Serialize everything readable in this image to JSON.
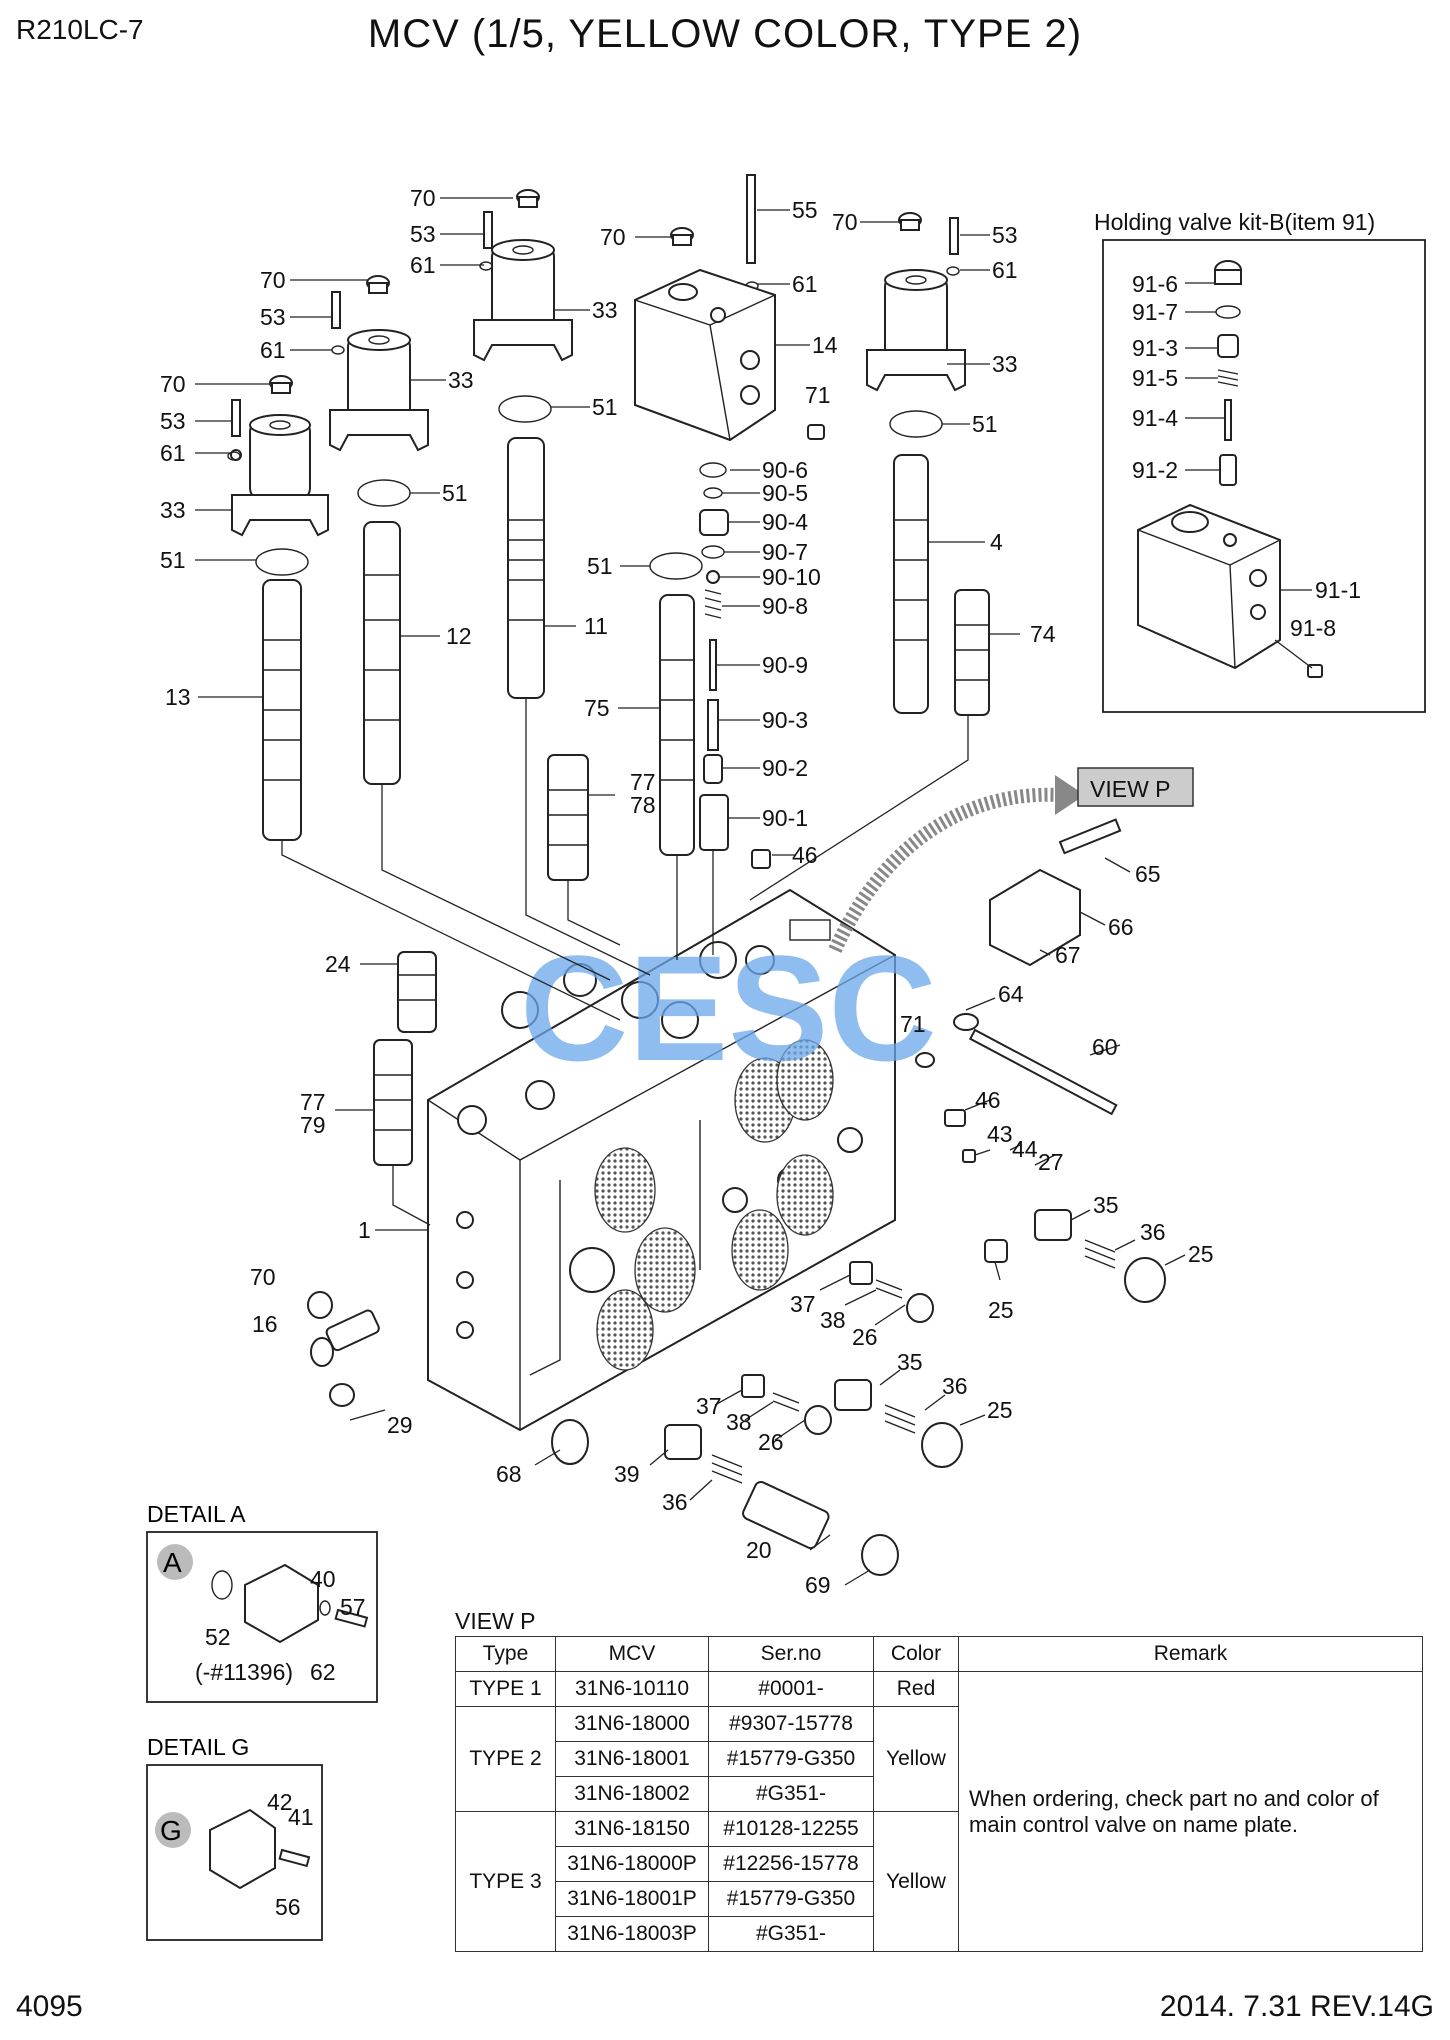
{
  "header": {
    "model": "R210LC-7",
    "title": "MCV (1/5, YELLOW COLOR, TYPE 2)"
  },
  "footer": {
    "page": "4095",
    "revision": "2014. 7.31  REV.14G"
  },
  "kit_box": {
    "title": "Holding valve kit-B(item 91)",
    "labels": [
      "91-6",
      "91-7",
      "91-3",
      "91-5",
      "91-4",
      "91-2",
      "91-1",
      "91-8"
    ]
  },
  "view_p_callout": "VIEW  P",
  "watermark": "CESC",
  "part_labels": {
    "l70a": "70",
    "l53a": "53",
    "l61a": "61",
    "l33a": "33",
    "l70b": "70",
    "l53b": "53",
    "l61b": "61",
    "l33b": "33",
    "l70c": "70",
    "l53c": "53",
    "l61c": "61",
    "l33c": "33",
    "l70d": "70",
    "l55": "55",
    "l61d": "61",
    "l14": "14",
    "l71a": "71",
    "l70e": "70",
    "l53e": "53",
    "l61e": "61",
    "l33e": "33",
    "l51a": "51",
    "l51b": "51",
    "l51c": "51",
    "l51d": "51",
    "l51e": "51",
    "l13": "13",
    "l12": "12",
    "l11": "11",
    "l4": "4",
    "l74": "74",
    "l75": "75",
    "l906": "90-6",
    "l905": "90-5",
    "l904": "90-4",
    "l907": "90-7",
    "l9010": "90-10",
    "l908": "90-8",
    "l909": "90-9",
    "l903": "90-3",
    "l902": "90-2",
    "l901": "90-1",
    "l77a": "77",
    "l78": "78",
    "l46a": "46",
    "l65": "65",
    "l66": "66",
    "l67": "67",
    "l24": "24",
    "l64": "64",
    "l71b": "71",
    "l60": "60",
    "l77b": "77",
    "l79": "79",
    "l46b": "46",
    "l43": "43",
    "l44": "44",
    "l27": "27",
    "l35a": "35",
    "l36a": "36",
    "l25a": "25",
    "l1": "1",
    "l25b": "25",
    "l70f": "70",
    "l16": "16",
    "l37a": "37",
    "l38a": "38",
    "l26a": "26",
    "l29": "29",
    "l35b": "35",
    "l36b": "36",
    "l25c": "25",
    "l37b": "37",
    "l38b": "38",
    "l26b": "26",
    "l68": "68",
    "l39": "39",
    "l36c": "36",
    "l20": "20",
    "l69": "69"
  },
  "detail_a": {
    "title": "DETAIL  A",
    "marker": "A",
    "labels": {
      "l40": "40",
      "l57": "57",
      "l52": "52",
      "note": "(-#11396)",
      "l62": "62"
    }
  },
  "detail_g": {
    "title": "DETAIL  G",
    "marker": "G",
    "labels": {
      "l42": "42",
      "l41": "41",
      "l56": "56"
    }
  },
  "view_p": {
    "title": "VIEW P",
    "columns": [
      "Type",
      "MCV",
      "Ser.no",
      "Color",
      "Remark"
    ],
    "remark": "When ordering, check part no and color of main control valve on name plate.",
    "groups": [
      {
        "type": "TYPE 1",
        "color": "Red",
        "rows": [
          {
            "mcv": "31N6-10110",
            "ser": "#0001-"
          }
        ]
      },
      {
        "type": "TYPE 2",
        "color": "Yellow",
        "rows": [
          {
            "mcv": "31N6-18000",
            "ser": "#9307-15778"
          },
          {
            "mcv": "31N6-18001",
            "ser": "#15779-G350"
          },
          {
            "mcv": "31N6-18002",
            "ser": "#G351-"
          }
        ]
      },
      {
        "type": "TYPE 3",
        "color": "Yellow",
        "rows": [
          {
            "mcv": "31N6-18150",
            "ser": "#10128-12255"
          },
          {
            "mcv": "31N6-18000P",
            "ser": "#12256-15778"
          },
          {
            "mcv": "31N6-18001P",
            "ser": "#15779-G350"
          },
          {
            "mcv": "31N6-18003P",
            "ser": "#G351-"
          }
        ]
      }
    ]
  }
}
